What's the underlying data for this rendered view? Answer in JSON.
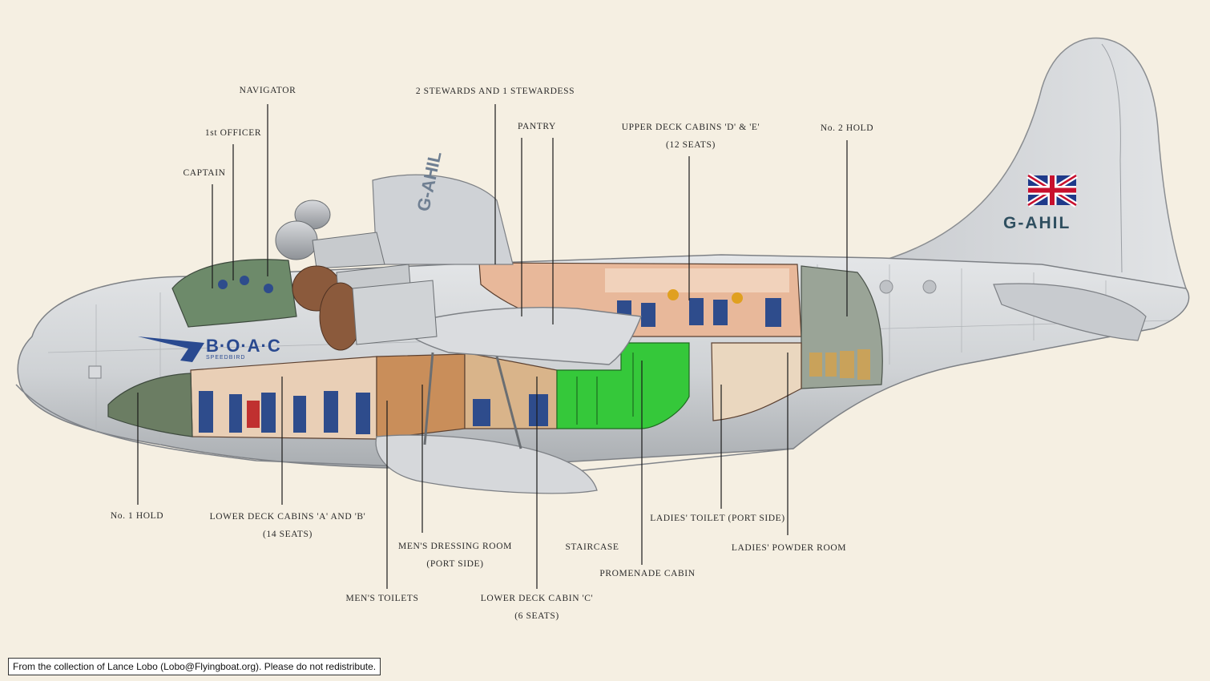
{
  "callouts": [
    {
      "id": "navigator",
      "lines": [
        "NAVIGATOR"
      ]
    },
    {
      "id": "first-officer",
      "lines": [
        "1st OFFICER"
      ]
    },
    {
      "id": "captain",
      "lines": [
        "CAPTAIN"
      ]
    },
    {
      "id": "stewards",
      "lines": [
        "2 STEWARDS AND 1 STEWARDESS"
      ]
    },
    {
      "id": "pantry",
      "lines": [
        "PANTRY"
      ]
    },
    {
      "id": "upper-deck",
      "lines": [
        "UPPER DECK CABINS 'D' & 'E'",
        "(12 SEATS)"
      ]
    },
    {
      "id": "hold-2",
      "lines": [
        "No. 2 HOLD"
      ]
    },
    {
      "id": "hold-1",
      "lines": [
        "No. 1 HOLD"
      ]
    },
    {
      "id": "lower-ab",
      "lines": [
        "LOWER DECK CABINS 'A' AND 'B'",
        "(14 SEATS)"
      ]
    },
    {
      "id": "mens-dressing",
      "lines": [
        "MEN'S DRESSING ROOM",
        "(PORT SIDE)"
      ]
    },
    {
      "id": "staircase",
      "lines": [
        "STAIRCASE"
      ]
    },
    {
      "id": "ladies-toilet",
      "lines": [
        "LADIES' TOILET (PORT SIDE)"
      ]
    },
    {
      "id": "ladies-powder",
      "lines": [
        "LADIES' POWDER ROOM"
      ]
    },
    {
      "id": "promenade",
      "lines": [
        "PROMENADE CABIN"
      ]
    },
    {
      "id": "mens-toilets",
      "lines": [
        "MEN'S TOILETS"
      ]
    },
    {
      "id": "lower-c",
      "lines": [
        "LOWER DECK CABIN 'C'",
        "(6 SEATS)"
      ]
    }
  ],
  "aircraft": {
    "registration": "G-AHIL",
    "fin_registration": "G-AHIL",
    "logo_text": "B·O·A·C",
    "logo_subtext": "SPEEDBIRD"
  },
  "credit": "From the collection of Lance Lobo (Lobo@Flyingboat.org). Please do not redistribute.",
  "colors": {
    "background": "#f5efe2",
    "hull": "#d4d6d8",
    "cabin": "#e8b89a",
    "staircase": "#35c83a",
    "seats": "#2e4c8c",
    "logo": "#2a4a90",
    "leader_lines": "#1a1a1a"
  }
}
